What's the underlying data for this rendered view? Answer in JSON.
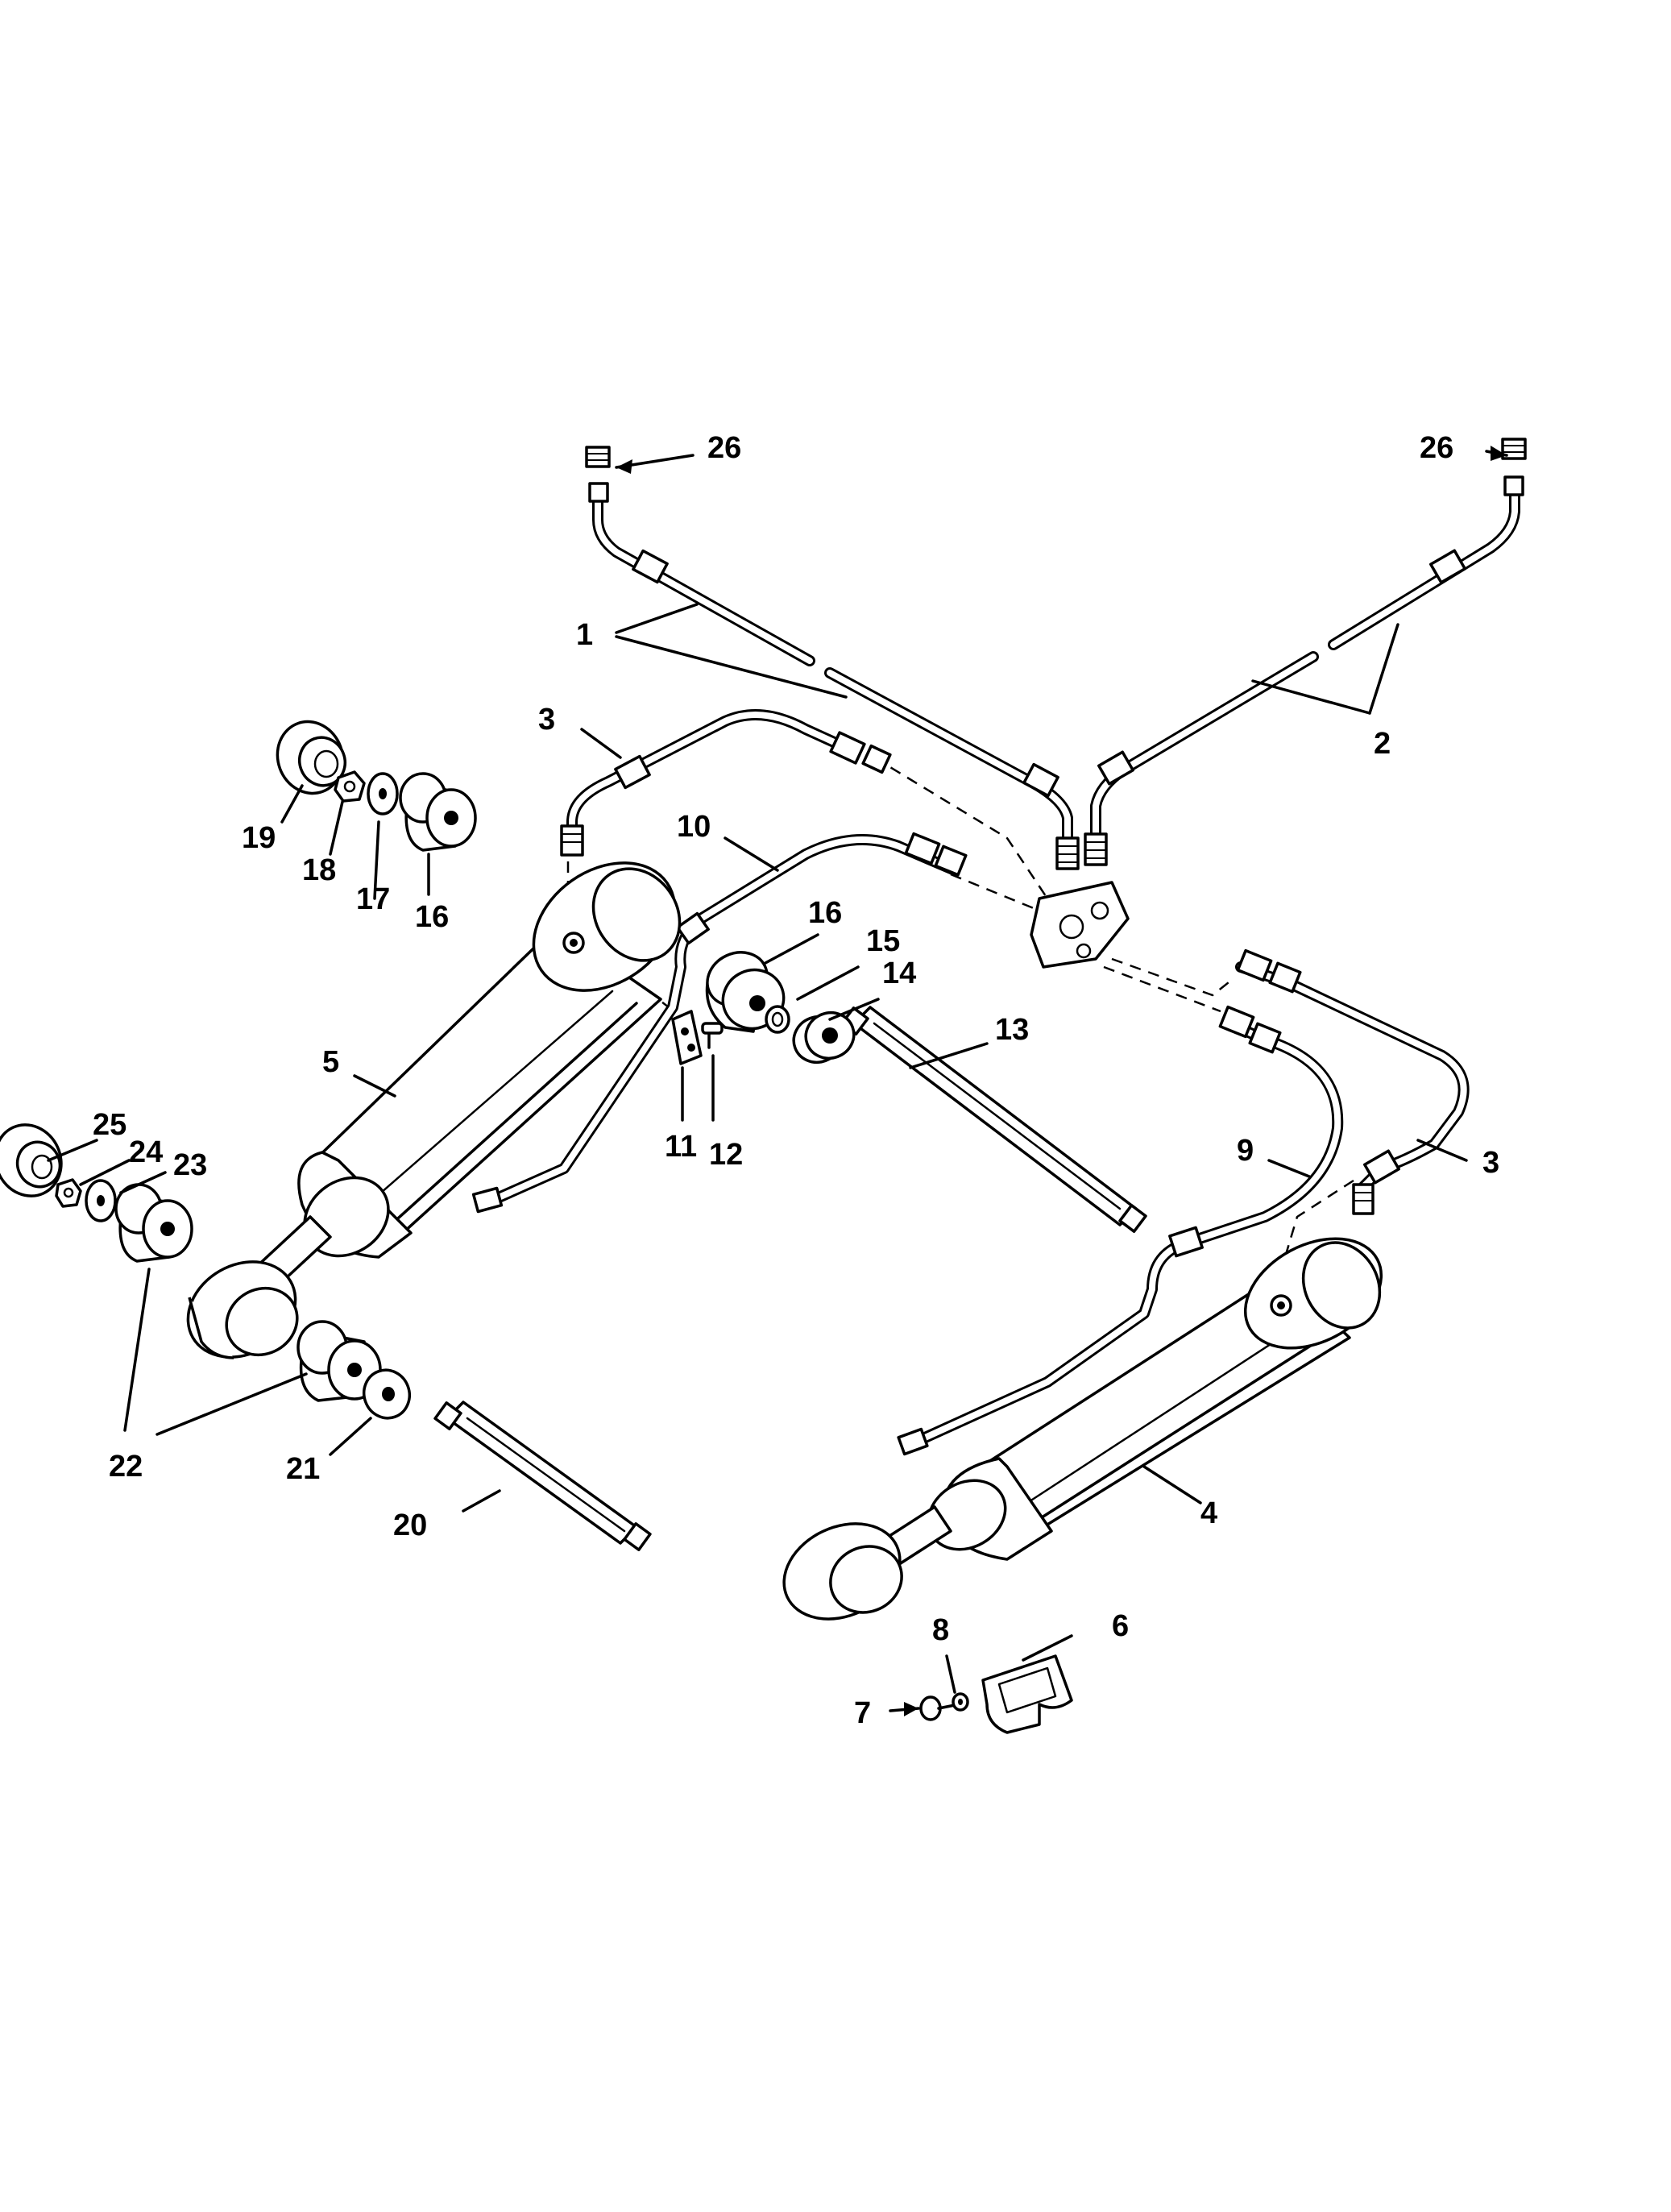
{
  "callouts": [
    {
      "id": "26a",
      "text": "26"
    },
    {
      "id": "26b",
      "text": "26"
    },
    {
      "id": "1",
      "text": "1"
    },
    {
      "id": "2",
      "text": "2"
    },
    {
      "id": "3a",
      "text": "3"
    },
    {
      "id": "3b",
      "text": "3"
    },
    {
      "id": "4",
      "text": "4"
    },
    {
      "id": "5",
      "text": "5"
    },
    {
      "id": "6",
      "text": "6"
    },
    {
      "id": "7",
      "text": "7"
    },
    {
      "id": "8",
      "text": "8"
    },
    {
      "id": "9",
      "text": "9"
    },
    {
      "id": "10",
      "text": "10"
    },
    {
      "id": "11",
      "text": "11"
    },
    {
      "id": "12",
      "text": "12"
    },
    {
      "id": "13",
      "text": "13"
    },
    {
      "id": "14",
      "text": "14"
    },
    {
      "id": "15",
      "text": "15"
    },
    {
      "id": "16a",
      "text": "16"
    },
    {
      "id": "16b",
      "text": "16"
    },
    {
      "id": "17",
      "text": "17"
    },
    {
      "id": "18",
      "text": "18"
    },
    {
      "id": "19",
      "text": "19"
    },
    {
      "id": "20",
      "text": "20"
    },
    {
      "id": "21",
      "text": "21"
    },
    {
      "id": "22",
      "text": "22"
    },
    {
      "id": "23",
      "text": "23"
    },
    {
      "id": "24",
      "text": "24"
    },
    {
      "id": "25",
      "text": "25"
    }
  ]
}
